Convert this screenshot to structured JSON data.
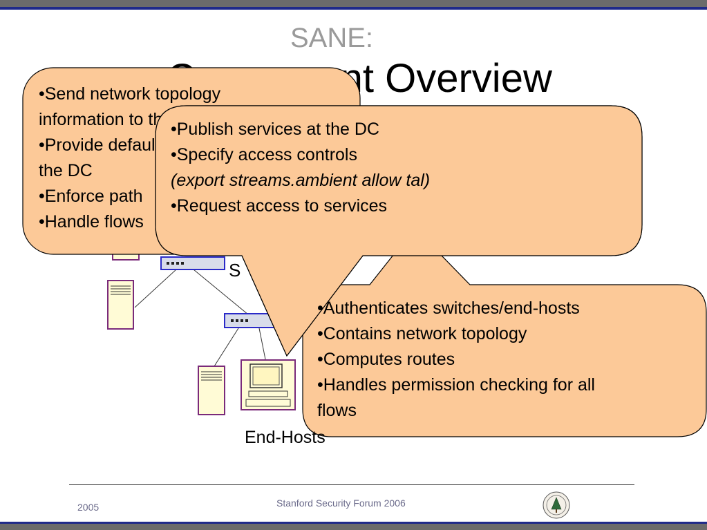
{
  "slide": {
    "subtitle": "SANE:",
    "title": "Component Overview"
  },
  "diagram": {
    "end_hosts_label": "End-Hosts",
    "switches_label_fragment": "S"
  },
  "callouts": {
    "switches": [
      "•Send network topology",
      "information to the DC",
      "•Provide default connectivity to",
      "the DC",
      "•Enforce path",
      "•Handle flows"
    ],
    "end_hosts": {
      "line1": "•Publish services at the DC",
      "line2": "•Specify access controls",
      "line3": "(export streams.ambient allow tal)",
      "line4": "•Request access to services"
    },
    "dc": [
      "•Authenticates switches/end-hosts",
      "•Contains network topology",
      "•Computes routes",
      "•Handles permission checking for all",
      "flows"
    ]
  },
  "footer": {
    "year": "2005",
    "center": "Stanford Security Forum 2006",
    "seal_icon": "stanford-seal-icon"
  },
  "colors": {
    "callout_fill": "#fcc998",
    "callout_stroke": "#000000",
    "device_stroke": "#7a2a7a",
    "device_fill": "#fffbd6",
    "switch_stroke": "#2a2ac8",
    "switch_fill": "#d8dcea"
  }
}
